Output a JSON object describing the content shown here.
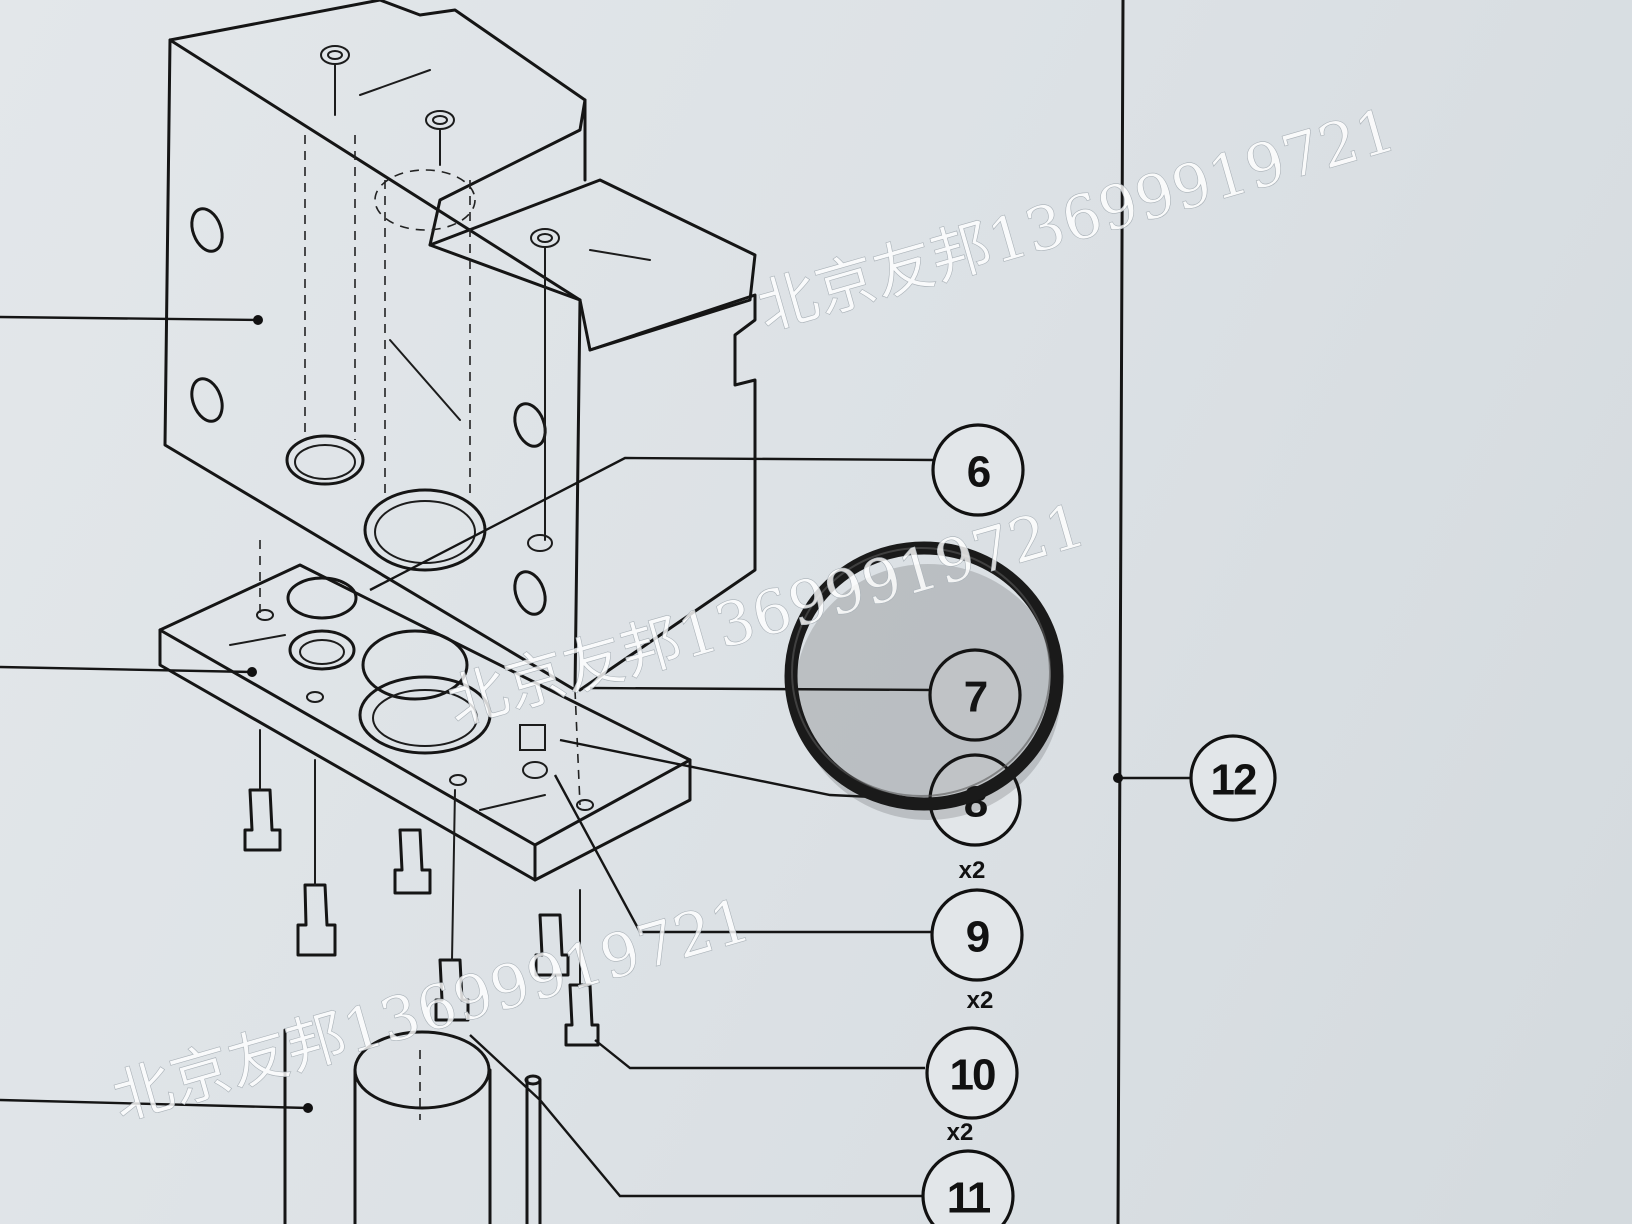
{
  "callouts": [
    {
      "label": "6"
    },
    {
      "label": "7"
    },
    {
      "label": "8"
    },
    {
      "label": "9"
    },
    {
      "label": "10"
    },
    {
      "label": "11"
    },
    {
      "label": "12"
    }
  ],
  "quantities": {
    "q8": "x2",
    "q9": "x2",
    "q10": "x2"
  },
  "watermark": {
    "text": "北京友邦13699919721"
  },
  "colors": {
    "paper": "#dde2e6",
    "ink": "#151515",
    "oring": "#1a1a1a"
  }
}
